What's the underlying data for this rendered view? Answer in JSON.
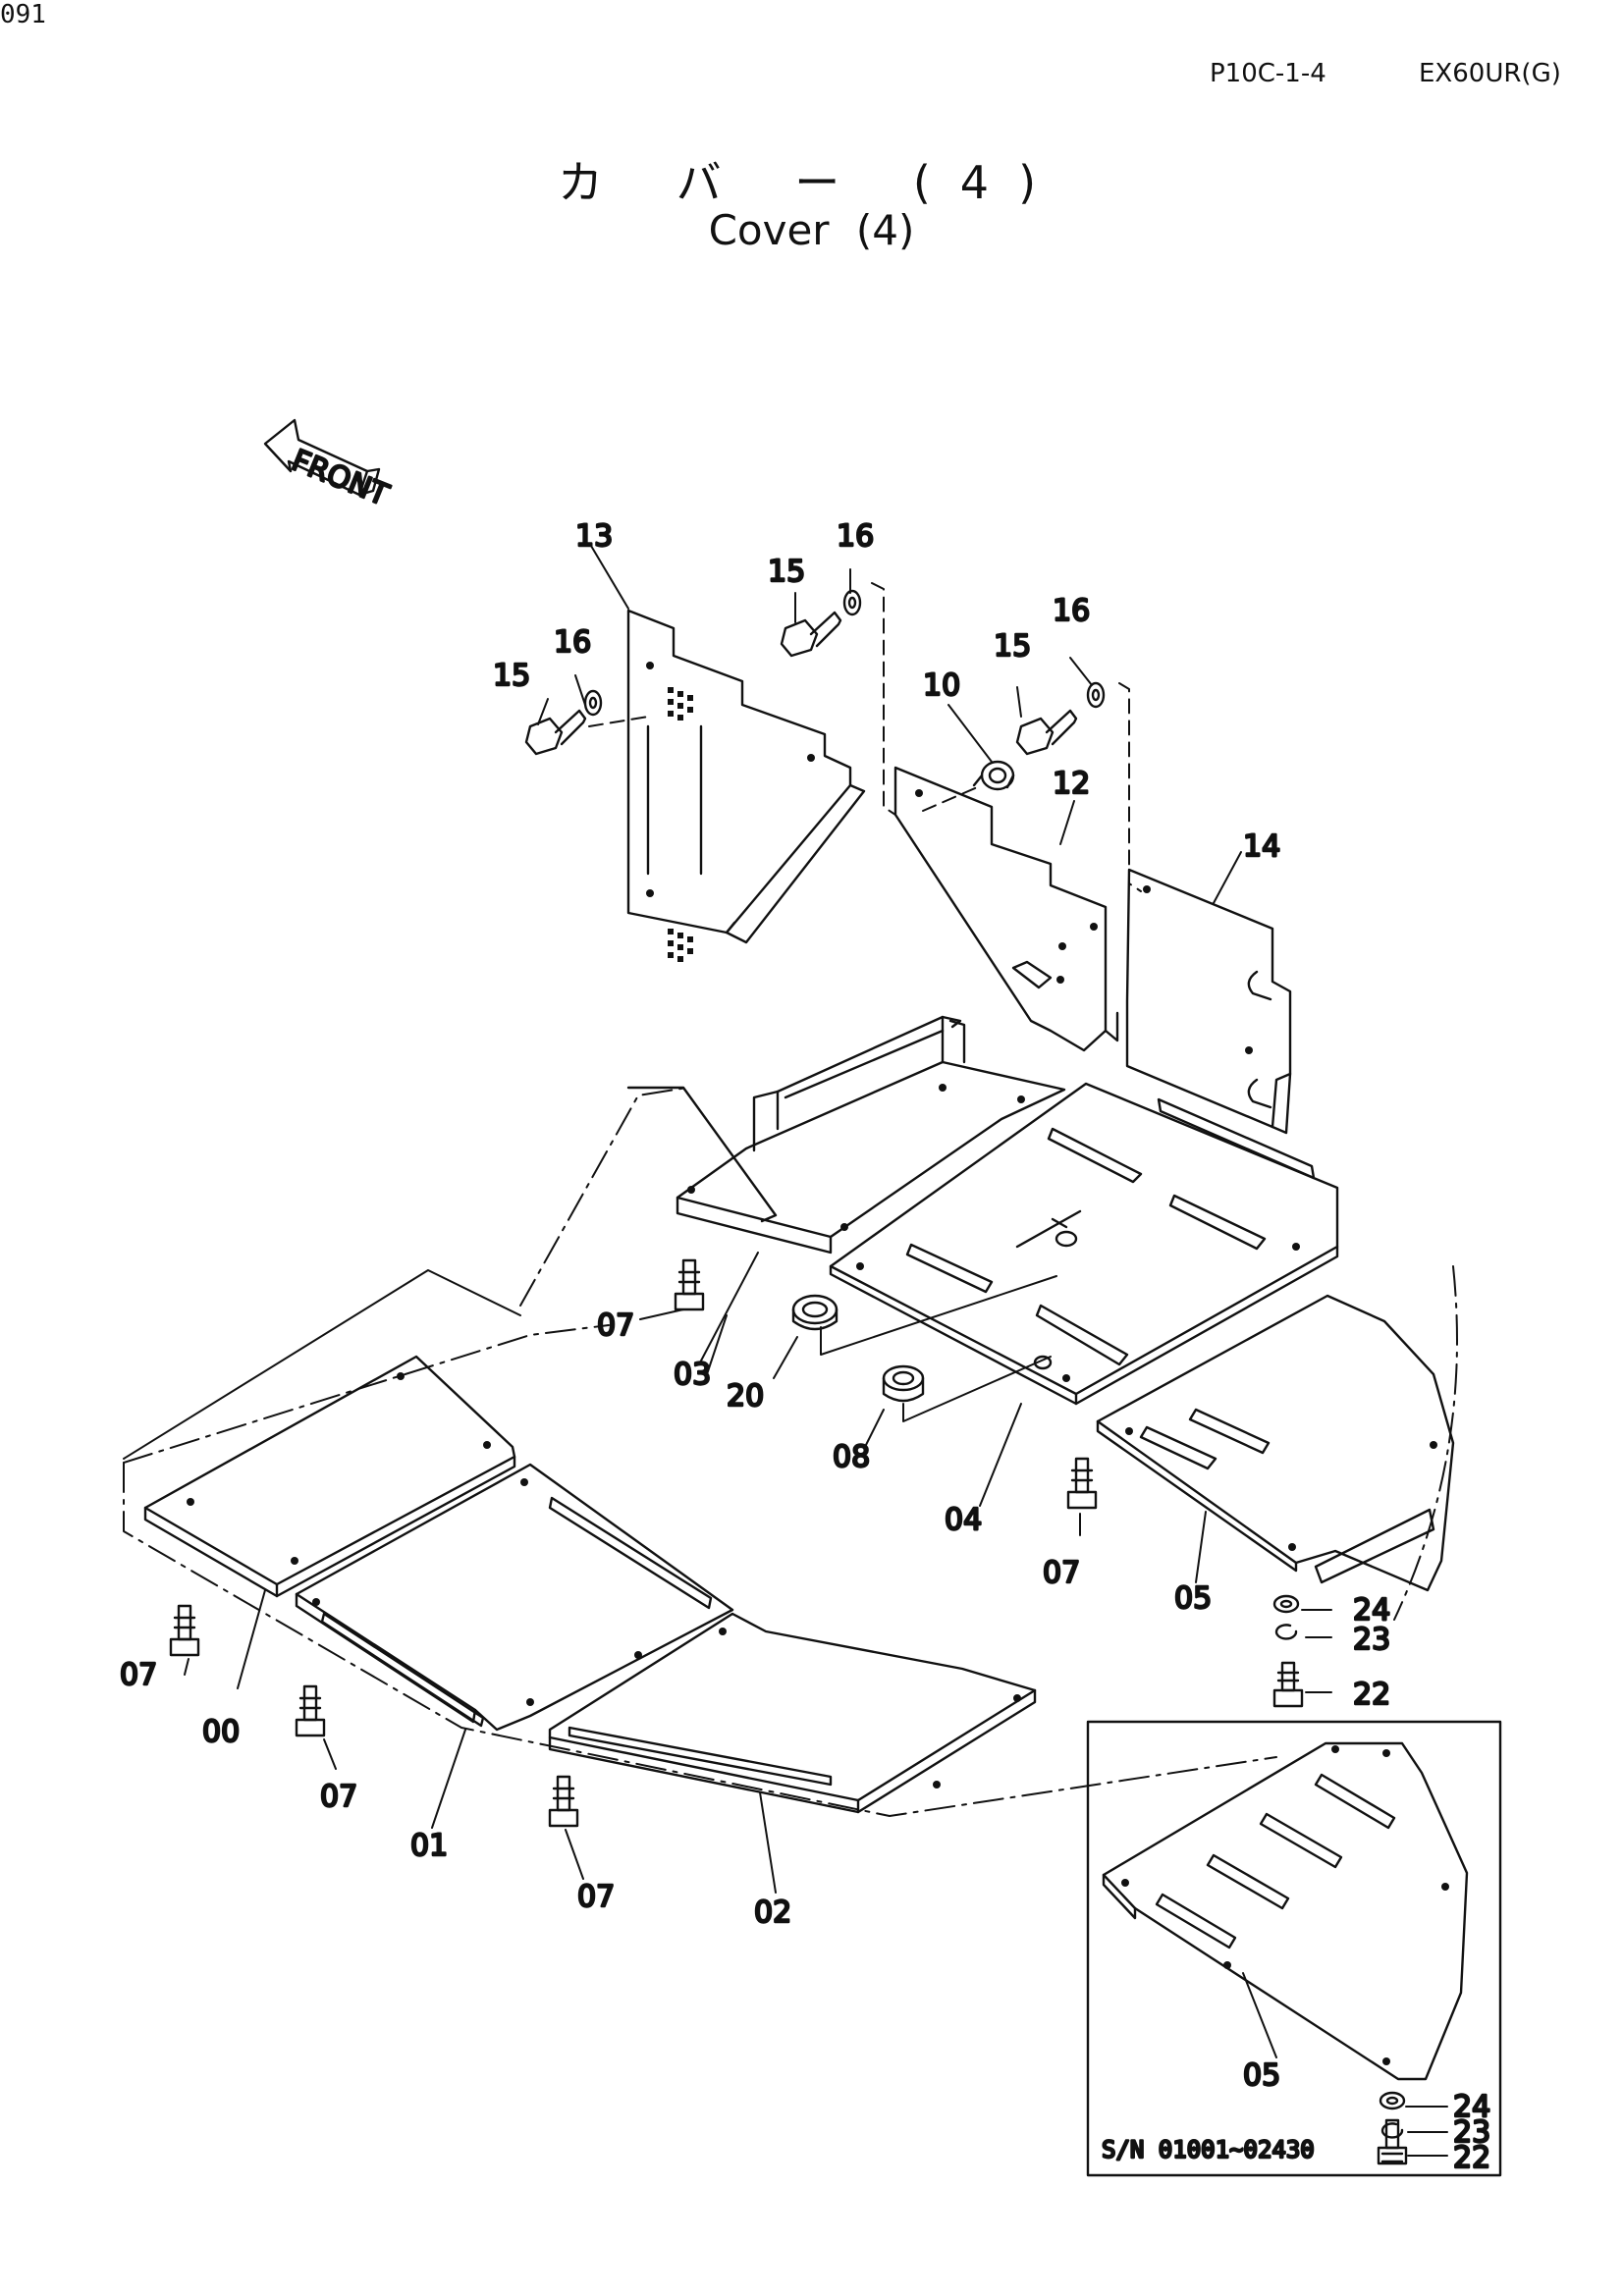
{
  "header": {
    "page_code": "P10C-1-4",
    "model": "EX60UR(G)",
    "page_number": "091",
    "title_jp": "カ バ ー (4)",
    "title_en": "Cover (4)"
  },
  "front_marker": "FRONT",
  "inset": {
    "serial_range": "S/N 01001~02430"
  },
  "callouts": {
    "c13": "13",
    "c15a": "15",
    "c16a": "16",
    "c15b": "15",
    "c16b": "16",
    "c15c": "15",
    "c16c": "16",
    "c10": "10",
    "c12": "12",
    "c14": "14",
    "c07a": "07",
    "c03": "03",
    "c20": "20",
    "c08": "08",
    "c04": "04",
    "c07b": "07",
    "c05a": "05",
    "c24a": "24",
    "c23a": "23",
    "c22a": "22",
    "c07c": "07",
    "c00": "00",
    "c07d": "07",
    "c01": "01",
    "c07e": "07",
    "c02": "02",
    "c05b": "05",
    "c24b": "24",
    "c23b": "23",
    "c22b": "22"
  }
}
